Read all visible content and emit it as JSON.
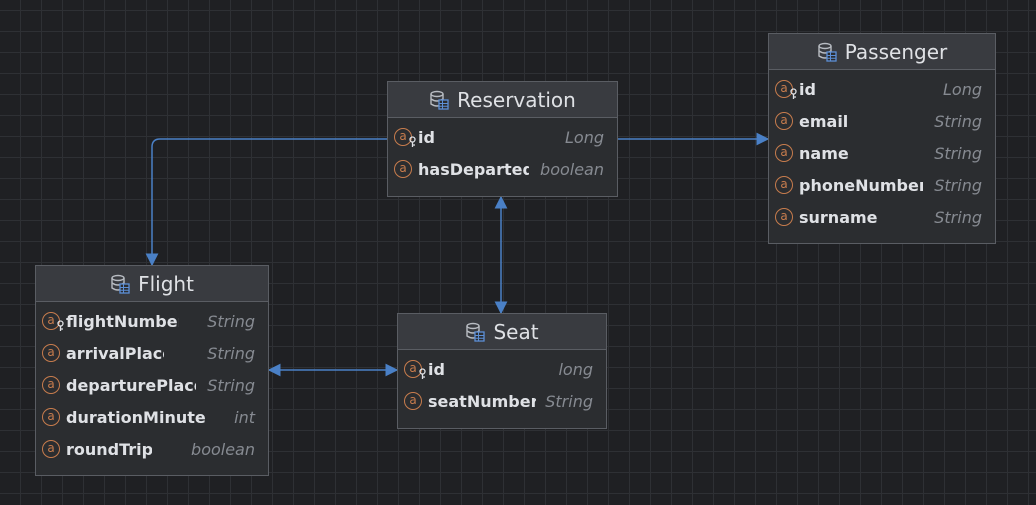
{
  "colors": {
    "connector": "#4a80c6",
    "attribute_icon": "#c77c4d"
  },
  "icons": {
    "entity": "database-table-icon",
    "attribute": "attribute-icon",
    "primary_key": "key-icon"
  },
  "entities": {
    "reservation": {
      "name": "Reservation",
      "fields": [
        {
          "name": "id",
          "type": "Long",
          "primary_key": true
        },
        {
          "name": "hasDeparted",
          "type": "boolean",
          "primary_key": false
        }
      ]
    },
    "passenger": {
      "name": "Passenger",
      "fields": [
        {
          "name": "id",
          "type": "Long",
          "primary_key": true
        },
        {
          "name": "email",
          "type": "String",
          "primary_key": false
        },
        {
          "name": "name",
          "type": "String",
          "primary_key": false
        },
        {
          "name": "phoneNumber",
          "type": "String",
          "primary_key": false
        },
        {
          "name": "surname",
          "type": "String",
          "primary_key": false
        }
      ]
    },
    "flight": {
      "name": "Flight",
      "fields": [
        {
          "name": "flightNumber",
          "type": "String",
          "primary_key": true
        },
        {
          "name": "arrivalPlace",
          "type": "String",
          "primary_key": false
        },
        {
          "name": "departurePlace",
          "type": "String",
          "primary_key": false
        },
        {
          "name": "durationMinutes",
          "type": "int",
          "primary_key": false
        },
        {
          "name": "roundTrip",
          "type": "boolean",
          "primary_key": false
        }
      ]
    },
    "seat": {
      "name": "Seat",
      "fields": [
        {
          "name": "id",
          "type": "long",
          "primary_key": true
        },
        {
          "name": "seatNumber",
          "type": "String",
          "primary_key": false
        }
      ]
    }
  },
  "relations": [
    {
      "from": "Reservation",
      "to": "Passenger",
      "direction": "to"
    },
    {
      "from": "Reservation",
      "to": "Flight",
      "direction": "to"
    },
    {
      "from": "Reservation",
      "to": "Seat",
      "direction": "both"
    },
    {
      "from": "Flight",
      "to": "Seat",
      "direction": "both"
    }
  ]
}
